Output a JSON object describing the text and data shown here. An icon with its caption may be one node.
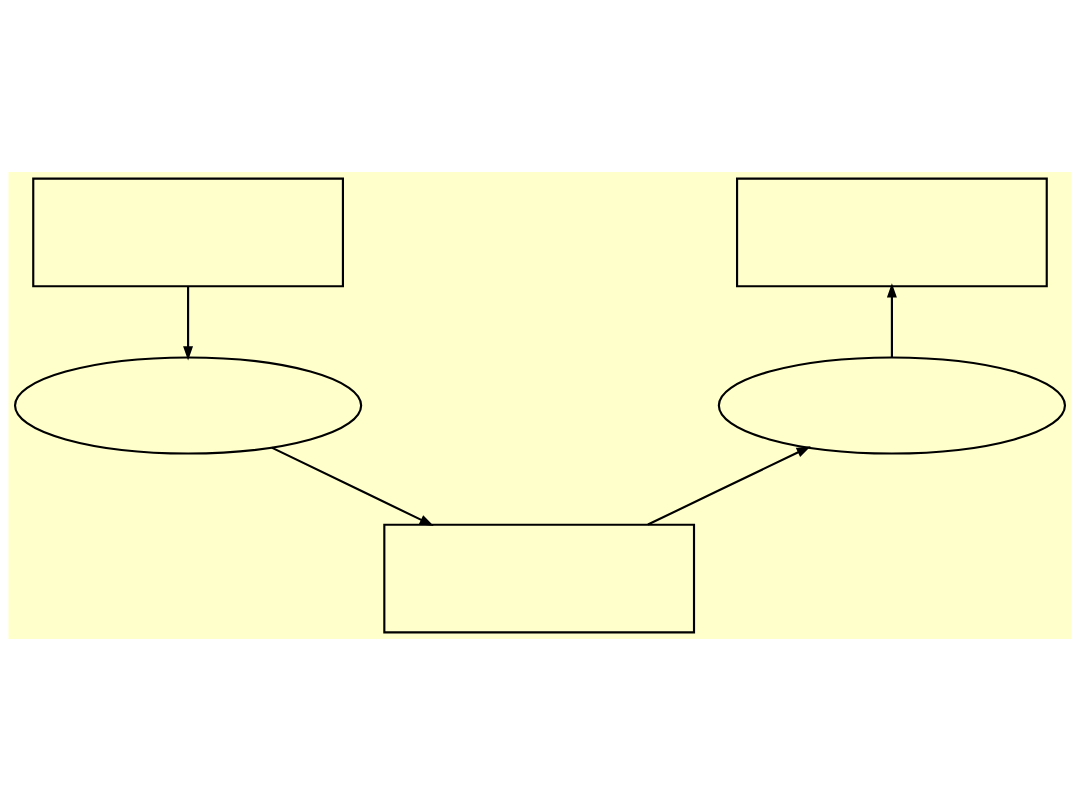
{
  "diagram": {
    "nodes": [
      {
        "text": [],
        "shape": "box"
      },
      {
        "text": [],
        "shape": "ellipse"
      },
      {
        "text": [],
        "shape": "box"
      },
      {
        "text": [],
        "shape": "ellipse"
      },
      {
        "text": [],
        "shape": "box"
      }
    ],
    "edges": [
      {
        "from": 0,
        "to": 1,
        "arrow": "to"
      },
      {
        "from": 1,
        "to": 2,
        "arrow": "to"
      },
      {
        "from": 2,
        "to": 3,
        "arrow": "to"
      },
      {
        "from": 3,
        "to": 4,
        "arrow": "to"
      }
    ]
  }
}
